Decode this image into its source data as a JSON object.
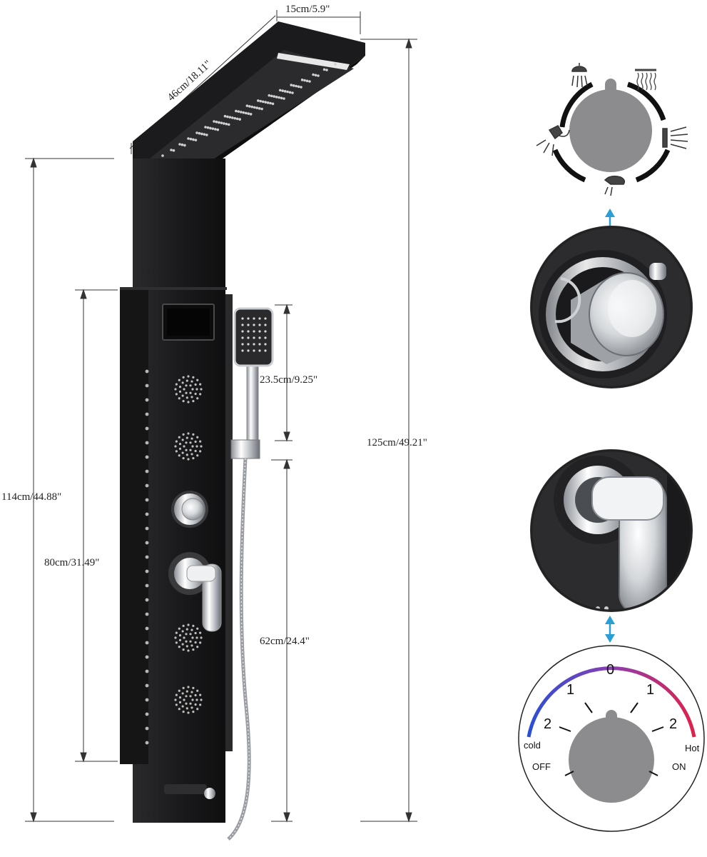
{
  "dimensions": {
    "head_depth": "15cm/5.9\"",
    "head_length": "46cm/18.11\"",
    "panel_height": "114cm/44.88\"",
    "body_height": "80cm/31.49\"",
    "handheld_length": "23.5cm/9.25\"",
    "total_height": "125cm/49.21\"",
    "lower_height": "62cm/24.4\""
  },
  "temperature_dial": {
    "zero": "0",
    "left_one": "1",
    "right_one": "1",
    "left_two": "2",
    "right_two": "2",
    "cold": "cold",
    "hot": "Hot",
    "off": "OFF",
    "on": "ON"
  },
  "colors": {
    "panel": "#1c1c1e",
    "chrome": "#d9dcdf",
    "dial_gray": "#8c8c8e",
    "cold": "#2a4fd6",
    "hot": "#e0204a",
    "arrow": "#2a9fd6"
  },
  "icons": [
    "rain-shower-icon",
    "waterfall-icon",
    "body-jet-icon",
    "hand-shower-icon",
    "tub-spout-icon"
  ]
}
